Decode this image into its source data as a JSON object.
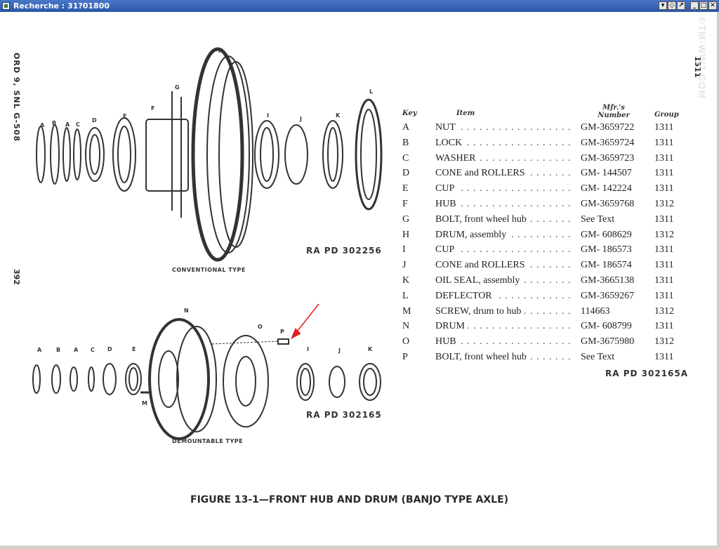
{
  "window": {
    "title": "Recherche : 31?01800",
    "buttons": [
      "▾",
      "◇",
      "↗",
      "_",
      "□",
      "✕"
    ]
  },
  "side_text": {
    "left_top": "ORD 9, SNL G-508",
    "left_page": "392",
    "right_page": "1311",
    "watermark": "©TM-WW2.COM"
  },
  "figure": {
    "conventional_ref": "RA PD 302256",
    "conventional_caption": "CONVENTIONAL TYPE",
    "demountable_ref": "RA PD 302165",
    "demountable_caption": "DEMOUNTABLE TYPE",
    "top_labels": [
      "A",
      "B",
      "A",
      "C",
      "D",
      "E",
      "F",
      "G",
      "H",
      "I",
      "J",
      "K",
      "L"
    ],
    "bottom_labels": [
      "A",
      "B",
      "A",
      "C",
      "D",
      "E",
      "N",
      "O",
      "P",
      "I",
      "J",
      "K",
      "M"
    ]
  },
  "table": {
    "header": {
      "key": "Key",
      "item": "Item",
      "number": "Mfr.'s Number",
      "group": "Group"
    },
    "rows": [
      {
        "key": "A",
        "item": "NUT",
        "number": "GM-3659722",
        "group": "1311"
      },
      {
        "key": "B",
        "item": "LOCK",
        "number": "GM-3659724",
        "group": "1311"
      },
      {
        "key": "C",
        "item": "WASHER",
        "number": "GM-3659723",
        "group": "1311"
      },
      {
        "key": "D",
        "item": "CONE and ROLLERS",
        "number": "GM- 144507",
        "group": "1311"
      },
      {
        "key": "E",
        "item": "CUP",
        "number": "GM- 142224",
        "group": "1311"
      },
      {
        "key": "F",
        "item": "HUB",
        "number": "GM-3659768",
        "group": "1312"
      },
      {
        "key": "G",
        "item": "BOLT, front wheel hub",
        "number": "See Text",
        "group": "1311"
      },
      {
        "key": "H",
        "item": "DRUM, assembly",
        "number": "GM- 608629",
        "group": "1312"
      },
      {
        "key": "I",
        "item": "CUP",
        "number": "GM- 186573",
        "group": "1311"
      },
      {
        "key": "J",
        "item": "CONE and ROLLERS",
        "number": "GM- 186574",
        "group": "1311"
      },
      {
        "key": "K",
        "item": "OIL SEAL, assembly",
        "number": "GM-3665138",
        "group": "1311"
      },
      {
        "key": "L",
        "item": "DEFLECTOR",
        "number": "GM-3659267",
        "group": "1311"
      },
      {
        "key": "M",
        "item": "SCREW, drum to hub",
        "number": "114663",
        "group": "1312"
      },
      {
        "key": "N",
        "item": "DRUM",
        "number": "GM- 608799",
        "group": "1311"
      },
      {
        "key": "O",
        "item": "HUB",
        "number": "GM-3675980",
        "group": "1312"
      },
      {
        "key": "P",
        "item": "BOLT, front wheel hub",
        "number": "See Text",
        "group": "1311"
      }
    ],
    "ref": "RA PD 302165A"
  },
  "caption": "FIGURE 13-1—FRONT HUB AND DRUM (BANJO TYPE AXLE)"
}
